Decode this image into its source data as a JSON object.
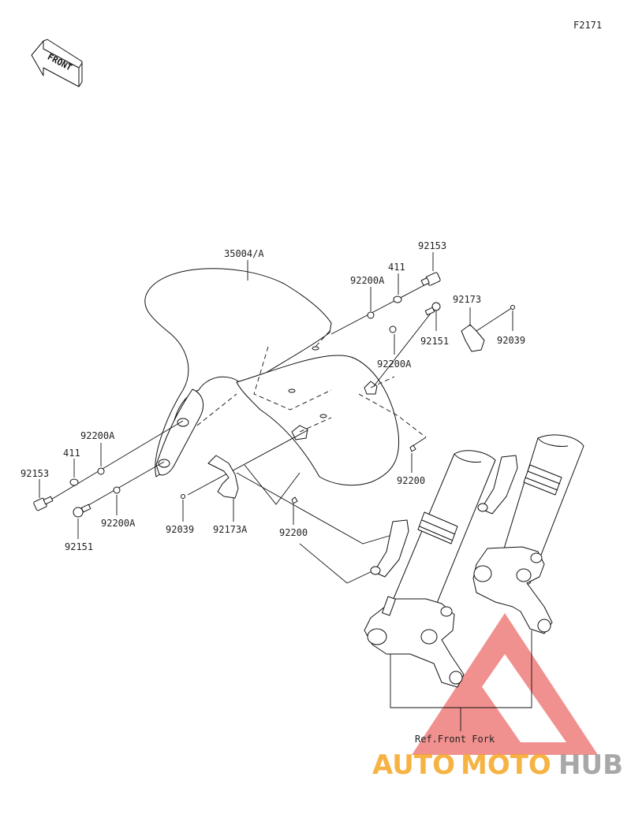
{
  "figure_code": "F2171",
  "front_arrow_label": "FRONT",
  "reference_label": "Ref.Front Fork",
  "watermark": {
    "part1": "AUTO",
    "part2": "MOTO",
    "part3": "HUB",
    "color_orange": "#f5a623",
    "color_grey": "#9a9a9a",
    "color_red": "#e53935"
  },
  "part_labels": {
    "fender": "35004/A",
    "bolt_top_right": "92153",
    "washer_top_right": "411",
    "washer_a_top_right": "92200A",
    "bolt_mid_right": "92151",
    "washer_a_mid_right": "92200A",
    "clamp_right": "92173",
    "screw_right": "92039",
    "grommet_right": "92200",
    "bolt_left": "92153",
    "washer_left": "411",
    "washer_a_left": "92200A",
    "bolt_left_lower": "92151",
    "washer_a_left_lower": "92200A",
    "screw_left": "92039",
    "clamp_left": "92173A",
    "grommet_left": "92200"
  }
}
